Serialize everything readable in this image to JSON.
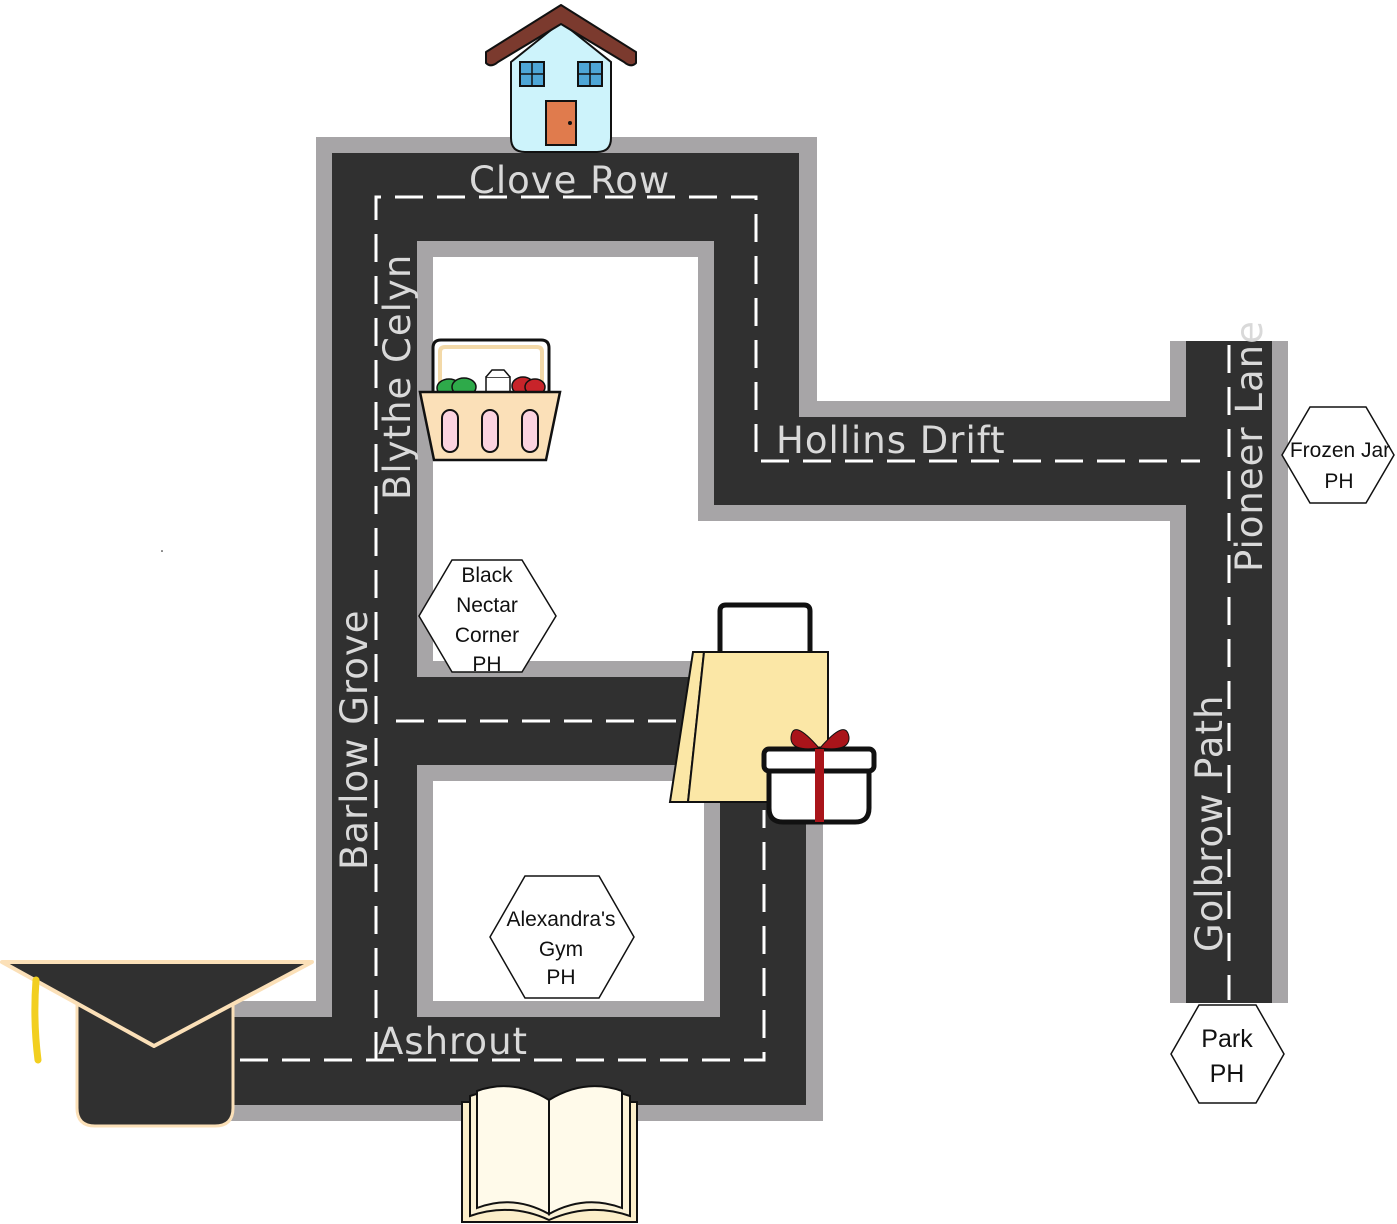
{
  "streets": {
    "clove_row": "Clove Row",
    "blythe_celyn": "Blythe Celyn",
    "hollins_drift": "Hollins Drift",
    "pioneer_lane": "Pioneer Lane",
    "barlow_grove": "Barlow Grove",
    "golbrow_path": "Golbrow Path",
    "ashrout": "Ashrout"
  },
  "places": {
    "black_nectar": [
      "Black",
      "Nectar",
      "Corner",
      "PH"
    ],
    "frozen_jar": [
      "Frozen Jar",
      "PH"
    ],
    "alexandras_gym": [
      "Alexandra's",
      "Gym",
      "PH"
    ],
    "park": [
      "Park",
      "PH"
    ]
  },
  "icons": {
    "house": "house-icon",
    "basket": "grocery-basket-icon",
    "shopping_bag": "shopping-bag-icon",
    "gift": "gift-icon",
    "graduation_cap": "graduation-cap-icon",
    "book": "open-book-icon"
  },
  "colors": {
    "road": "#303030",
    "curb": "#a7a5a7",
    "lane_marking": "#ffffff",
    "label": "#d9d9d9"
  }
}
